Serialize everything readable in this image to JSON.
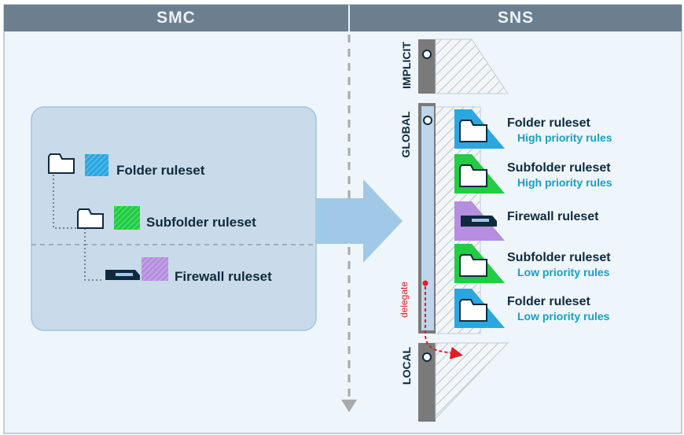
{
  "header": {
    "left_title": "SMC",
    "right_title": "SNS"
  },
  "smc_tree": {
    "items": [
      {
        "label": "Folder ruleset",
        "color": "#2aa7e0",
        "icon": "folder-icon"
      },
      {
        "label": "Subfolder ruleset",
        "color": "#22cc44",
        "icon": "folder-icon"
      },
      {
        "label": "Firewall ruleset",
        "color": "#b58ee0",
        "icon": "firewall-icon"
      }
    ]
  },
  "sns_stack": {
    "sections": {
      "implicit": "IMPLICIT",
      "global": "GLOBAL",
      "local": "LOCAL"
    },
    "rules": [
      {
        "label": "Folder ruleset",
        "sub": "High priority rules",
        "color": "#2aa7e0",
        "icon": "folder-icon"
      },
      {
        "label": "Subfolder ruleset",
        "sub": "High priority rules",
        "color": "#22cc44",
        "icon": "folder-icon"
      },
      {
        "label": "Firewall ruleset",
        "sub": "",
        "color": "#b58ee0",
        "icon": "firewall-icon"
      },
      {
        "label": "Subfolder ruleset",
        "sub": "Low priority rules",
        "color": "#22cc44",
        "icon": "folder-icon"
      },
      {
        "label": "Folder ruleset",
        "sub": "Low priority rules",
        "color": "#2aa7e0",
        "icon": "folder-icon"
      }
    ],
    "delegate_label": "delegate"
  },
  "colors": {
    "header_bg": "#6b7f8f",
    "panel_bg": "#c9dbea",
    "page_bg": "#eef5fb",
    "delegate": "#e31b23"
  }
}
